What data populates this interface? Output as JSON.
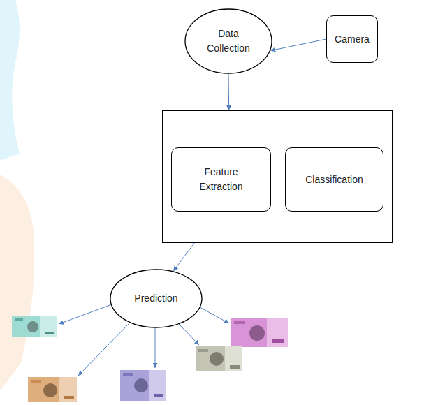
{
  "diagram": {
    "nodes": [
      {
        "text": [
          "Data Collection"
        ]
      },
      {
        "text": [
          "Camera"
        ]
      },
      {
        "text": []
      },
      {
        "text": [
          "Feature Extraction"
        ],
        "in": 2
      },
      {
        "text": [
          "Classification"
        ],
        "in": 2
      },
      {
        "text": [
          "Prediction"
        ]
      }
    ],
    "edges": [
      {
        "from": 1,
        "to": 0,
        "arrow": "to"
      },
      {
        "from": 0,
        "to": 2,
        "arrow": "to"
      },
      {
        "from": 2,
        "to": 5,
        "arrow": "to"
      }
    ]
  }
}
